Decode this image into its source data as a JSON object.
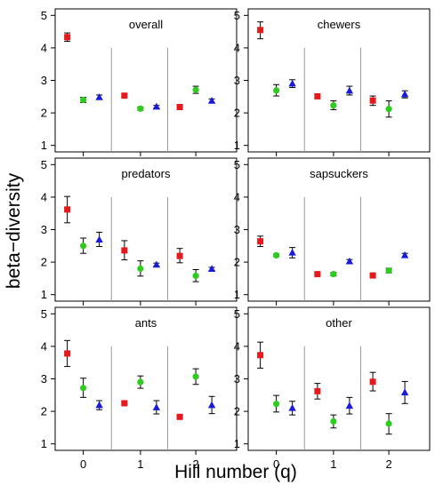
{
  "figure": {
    "ylabel": "beta−diversity",
    "xlabel": "Hill number (q)"
  },
  "colors": {
    "series_0": "#e41a1c",
    "series_1": "#2ecc1f",
    "series_2": "#1a1adb"
  },
  "chart_data": {
    "type": "scatter",
    "layout": "3x2 panel grid",
    "ylim": [
      0.8,
      5.2
    ],
    "yticks": [
      1,
      2,
      3,
      4,
      5
    ],
    "x_categories": [
      "0",
      "1",
      "2"
    ],
    "grid": false,
    "legend": "none",
    "series_markers": [
      "square",
      "circle",
      "triangle"
    ],
    "panels": [
      {
        "title": "overall",
        "points": [
          {
            "q": 0,
            "series": 0,
            "y": 4.33,
            "lo": 4.2,
            "hi": 4.46
          },
          {
            "q": 0,
            "series": 1,
            "y": 2.4,
            "lo": 2.32,
            "hi": 2.48
          },
          {
            "q": 0,
            "series": 2,
            "y": 2.48,
            "lo": 2.42,
            "hi": 2.55
          },
          {
            "q": 1,
            "series": 0,
            "y": 2.53,
            "lo": 2.5,
            "hi": 2.57
          },
          {
            "q": 1,
            "series": 1,
            "y": 2.13,
            "lo": 2.08,
            "hi": 2.18
          },
          {
            "q": 1,
            "series": 2,
            "y": 2.19,
            "lo": 2.15,
            "hi": 2.23
          },
          {
            "q": 2,
            "series": 0,
            "y": 2.18,
            "lo": 2.15,
            "hi": 2.22
          },
          {
            "q": 2,
            "series": 1,
            "y": 2.71,
            "lo": 2.6,
            "hi": 2.82
          },
          {
            "q": 2,
            "series": 2,
            "y": 2.37,
            "lo": 2.31,
            "hi": 2.43
          }
        ]
      },
      {
        "title": "chewers",
        "points": [
          {
            "q": 0,
            "series": 0,
            "y": 4.55,
            "lo": 4.28,
            "hi": 4.8
          },
          {
            "q": 0,
            "series": 1,
            "y": 2.69,
            "lo": 2.52,
            "hi": 2.87
          },
          {
            "q": 0,
            "series": 2,
            "y": 2.9,
            "lo": 2.78,
            "hi": 3.02
          },
          {
            "q": 1,
            "series": 0,
            "y": 2.51,
            "lo": 2.44,
            "hi": 2.58
          },
          {
            "q": 1,
            "series": 1,
            "y": 2.23,
            "lo": 2.1,
            "hi": 2.37
          },
          {
            "q": 1,
            "series": 2,
            "y": 2.68,
            "lo": 2.55,
            "hi": 2.82
          },
          {
            "q": 2,
            "series": 0,
            "y": 2.38,
            "lo": 2.23,
            "hi": 2.52
          },
          {
            "q": 2,
            "series": 1,
            "y": 2.12,
            "lo": 1.87,
            "hi": 2.37
          },
          {
            "q": 2,
            "series": 2,
            "y": 2.57,
            "lo": 2.46,
            "hi": 2.68
          }
        ]
      },
      {
        "title": "predators",
        "points": [
          {
            "q": 0,
            "series": 0,
            "y": 3.62,
            "lo": 3.21,
            "hi": 4.02
          },
          {
            "q": 0,
            "series": 1,
            "y": 2.5,
            "lo": 2.27,
            "hi": 2.74
          },
          {
            "q": 0,
            "series": 2,
            "y": 2.69,
            "lo": 2.48,
            "hi": 2.92
          },
          {
            "q": 1,
            "series": 0,
            "y": 2.36,
            "lo": 2.07,
            "hi": 2.66
          },
          {
            "q": 1,
            "series": 1,
            "y": 1.8,
            "lo": 1.57,
            "hi": 2.04
          },
          {
            "q": 1,
            "series": 2,
            "y": 1.92,
            "lo": 1.87,
            "hi": 1.97
          },
          {
            "q": 2,
            "series": 0,
            "y": 2.19,
            "lo": 1.98,
            "hi": 2.42
          },
          {
            "q": 2,
            "series": 1,
            "y": 1.58,
            "lo": 1.4,
            "hi": 1.77
          },
          {
            "q": 2,
            "series": 2,
            "y": 1.79,
            "lo": 1.74,
            "hi": 1.84
          }
        ]
      },
      {
        "title": "sapsuckers",
        "points": [
          {
            "q": 0,
            "series": 0,
            "y": 2.64,
            "lo": 2.48,
            "hi": 2.8
          },
          {
            "q": 0,
            "series": 1,
            "y": 2.21,
            "lo": 2.17,
            "hi": 2.25
          },
          {
            "q": 0,
            "series": 2,
            "y": 2.29,
            "lo": 2.13,
            "hi": 2.45
          },
          {
            "q": 1,
            "series": 0,
            "y": 1.63,
            "lo": 1.6,
            "hi": 1.66
          },
          {
            "q": 1,
            "series": 1,
            "y": 1.63,
            "lo": 1.58,
            "hi": 1.68
          },
          {
            "q": 1,
            "series": 2,
            "y": 2.02,
            "lo": 1.96,
            "hi": 2.08
          },
          {
            "q": 2,
            "series": 0,
            "y": 1.59,
            "lo": 1.55,
            "hi": 1.63
          },
          {
            "q": 2,
            "series": 1,
            "y": 1.74,
            "lo": 1.67,
            "hi": 1.81
          },
          {
            "q": 2,
            "series": 2,
            "y": 2.21,
            "lo": 2.15,
            "hi": 2.27
          }
        ]
      },
      {
        "title": "ants",
        "points": [
          {
            "q": 0,
            "series": 0,
            "y": 3.78,
            "lo": 3.38,
            "hi": 4.18
          },
          {
            "q": 0,
            "series": 1,
            "y": 2.72,
            "lo": 2.43,
            "hi": 3.02
          },
          {
            "q": 0,
            "series": 2,
            "y": 2.19,
            "lo": 2.05,
            "hi": 2.33
          },
          {
            "q": 1,
            "series": 0,
            "y": 2.25,
            "lo": 2.21,
            "hi": 2.29
          },
          {
            "q": 1,
            "series": 1,
            "y": 2.9,
            "lo": 2.71,
            "hi": 3.09
          },
          {
            "q": 1,
            "series": 2,
            "y": 2.12,
            "lo": 1.92,
            "hi": 2.33
          },
          {
            "q": 2,
            "series": 0,
            "y": 1.83,
            "lo": 1.79,
            "hi": 1.87
          },
          {
            "q": 2,
            "series": 1,
            "y": 3.07,
            "lo": 2.83,
            "hi": 3.31
          },
          {
            "q": 2,
            "series": 2,
            "y": 2.19,
            "lo": 1.93,
            "hi": 2.46
          }
        ]
      },
      {
        "title": "other",
        "points": [
          {
            "q": 0,
            "series": 0,
            "y": 3.73,
            "lo": 3.33,
            "hi": 4.13
          },
          {
            "q": 0,
            "series": 1,
            "y": 2.23,
            "lo": 1.98,
            "hi": 2.49
          },
          {
            "q": 0,
            "series": 2,
            "y": 2.1,
            "lo": 1.89,
            "hi": 2.31
          },
          {
            "q": 1,
            "series": 0,
            "y": 2.62,
            "lo": 2.38,
            "hi": 2.86
          },
          {
            "q": 1,
            "series": 1,
            "y": 1.69,
            "lo": 1.49,
            "hi": 1.89
          },
          {
            "q": 1,
            "series": 2,
            "y": 2.17,
            "lo": 1.92,
            "hi": 2.43
          },
          {
            "q": 2,
            "series": 0,
            "y": 2.91,
            "lo": 2.63,
            "hi": 3.2
          },
          {
            "q": 2,
            "series": 1,
            "y": 1.62,
            "lo": 1.3,
            "hi": 1.93
          },
          {
            "q": 2,
            "series": 2,
            "y": 2.58,
            "lo": 2.24,
            "hi": 2.92
          }
        ]
      }
    ]
  }
}
